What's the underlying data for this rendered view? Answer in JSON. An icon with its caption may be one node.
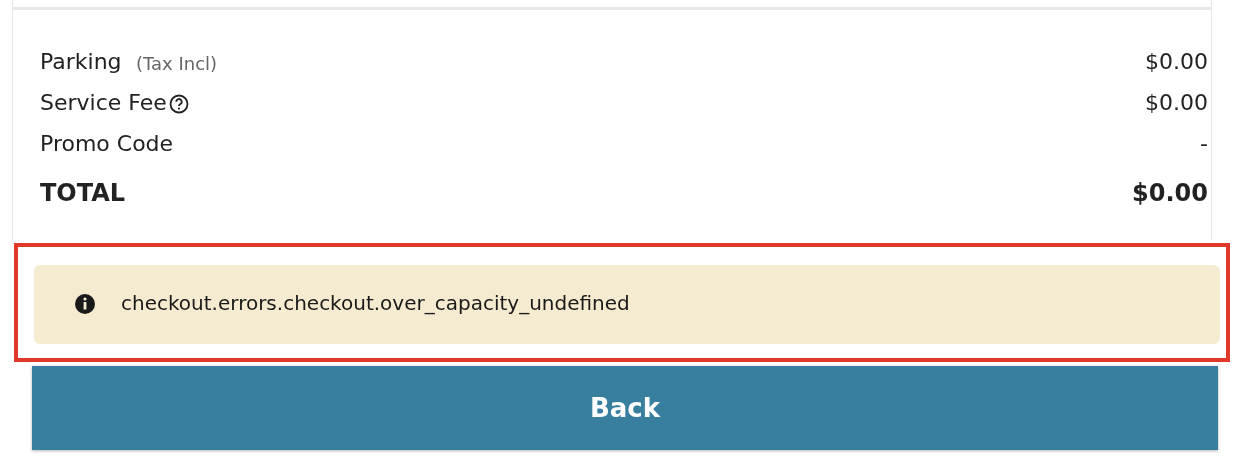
{
  "diagram": {
    "nodes": [
      {
        "text": [],
        "shape": "box"
      },
      {
        "text": [
          "checkout.errors.checkout.over_capacity_undefined"
        ],
        "in": 0
      },
      {
        "text": [
          "Back"
        ]
      }
    ],
    "labels": [
      "Parking",
      "(Tax Incl)",
      "$0.00",
      "Service Fee",
      "$0.00",
      "Promo Code",
      "-",
      "TOTAL",
      "$0.00"
    ]
  }
}
